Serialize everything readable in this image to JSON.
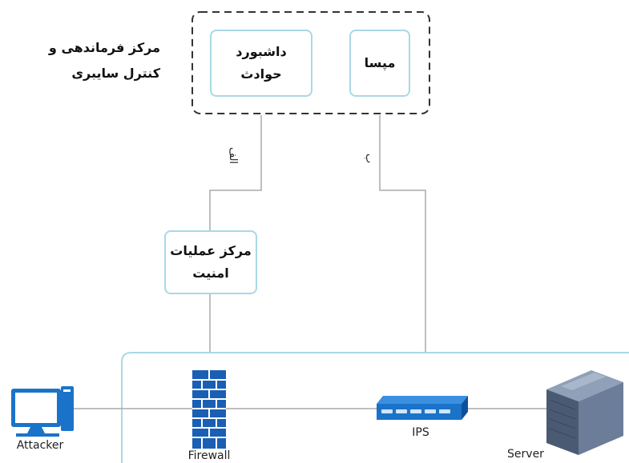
{
  "command_center": {
    "title": "مرکز فرماندهی و\nکنترل سایبری",
    "incident_dashboard": "داشبورد\nحوادث",
    "mapsa": "مپسا"
  },
  "soc": {
    "label": "مرکز عملیات\nامنیت"
  },
  "links": {
    "a": "الف",
    "b": "ب"
  },
  "devices": {
    "attacker": "Attacker",
    "firewall": "Firewall",
    "ips": "IPS",
    "server": "Server"
  },
  "colors": {
    "box_border": "#a9d8e6",
    "line": "#aaaaaa",
    "network_border": "#a9d8e6",
    "device_blue": "#1a73c9",
    "server_gray": "#5f6f86"
  }
}
